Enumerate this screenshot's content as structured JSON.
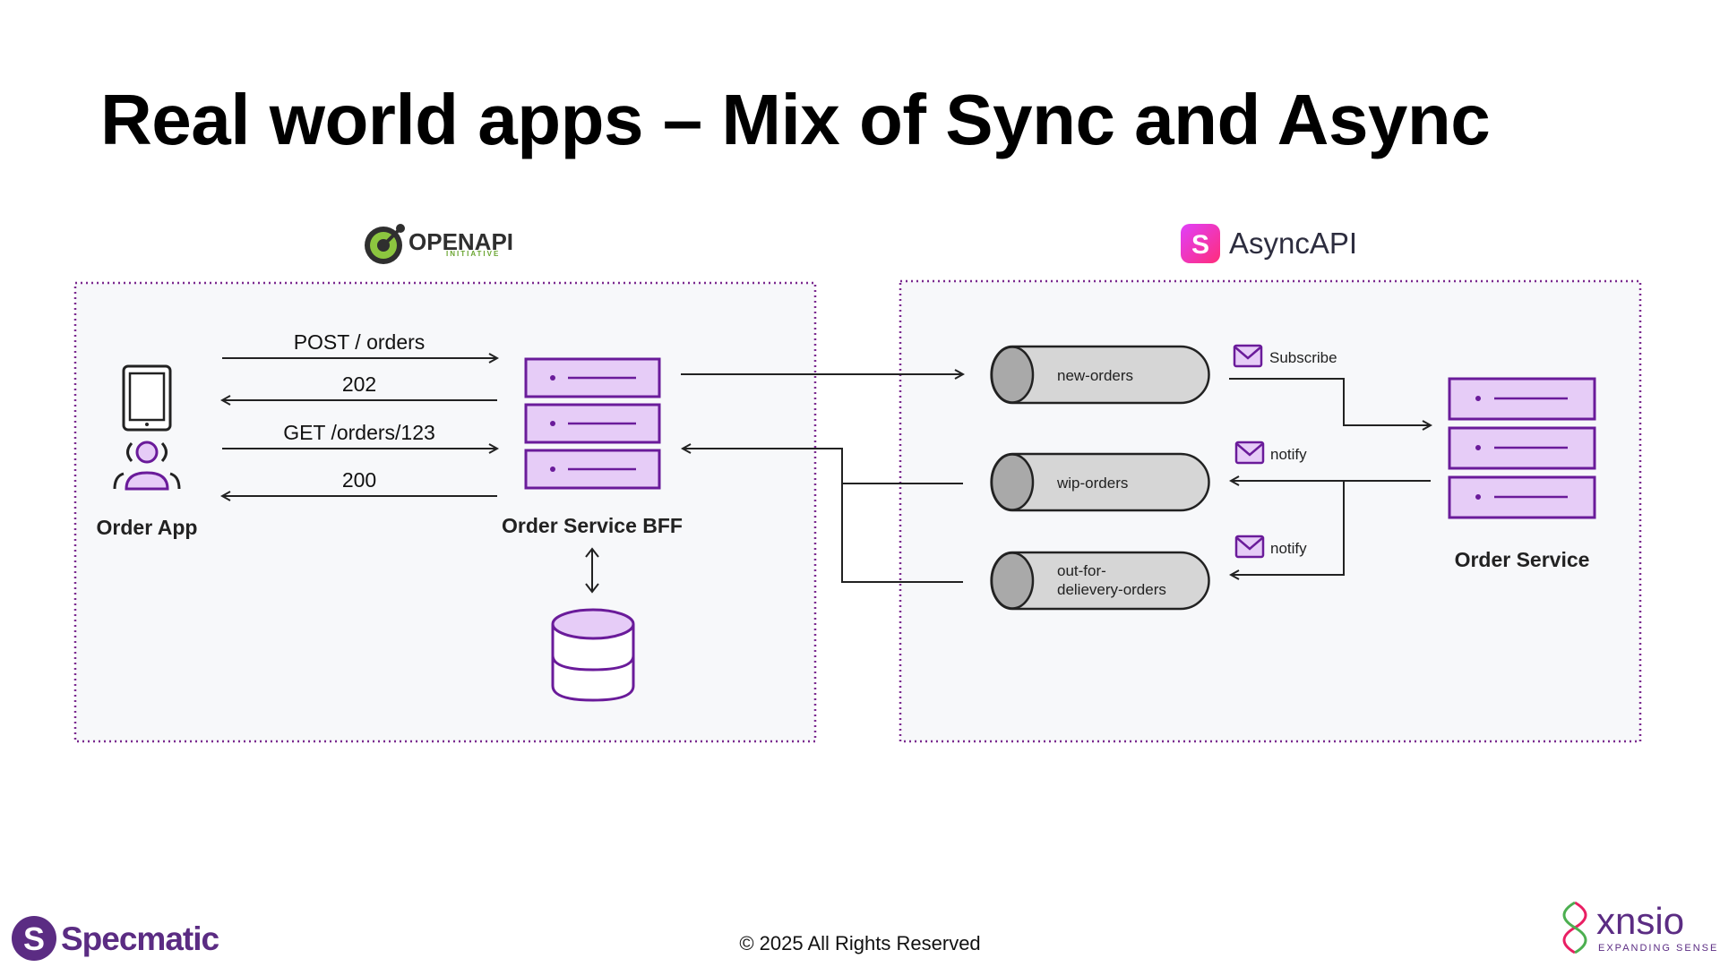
{
  "slide": {
    "title": "Real world apps – Mix of Sync and Async",
    "footer": "© 2025 All Rights Reserved"
  },
  "logos": {
    "openapi": {
      "text": "OPENAPI",
      "subtext": "INITIATIVE"
    },
    "asyncapi": {
      "text": "AsyncAPI"
    },
    "specmatic": {
      "text": "Specmatic"
    },
    "xnsio": {
      "text": "xnsio",
      "subtext": "EXPANDING SENSE"
    }
  },
  "diagram": {
    "order_app": {
      "label": "Order App"
    },
    "bff": {
      "label": "Order Service BFF"
    },
    "order_service": {
      "label": "Order Service"
    },
    "http_calls": [
      {
        "label": "POST / orders"
      },
      {
        "label": "202"
      },
      {
        "label": "GET /orders/123"
      },
      {
        "label": "200"
      }
    ],
    "topics": [
      {
        "name": "new-orders"
      },
      {
        "name": "wip-orders"
      },
      {
        "name_line1": "out-for-",
        "name_line2": "delievery-orders"
      }
    ],
    "messages": [
      {
        "label": "Subscribe"
      },
      {
        "label": "notify"
      },
      {
        "label": "notify"
      }
    ]
  },
  "colors": {
    "purple_fill": "#e6ccf7",
    "purple_stroke": "#6a1b9a",
    "panel_bg": "#f7f8fa",
    "topic_fill": "#d6d6d6",
    "topic_end": "#a9a9a9"
  }
}
